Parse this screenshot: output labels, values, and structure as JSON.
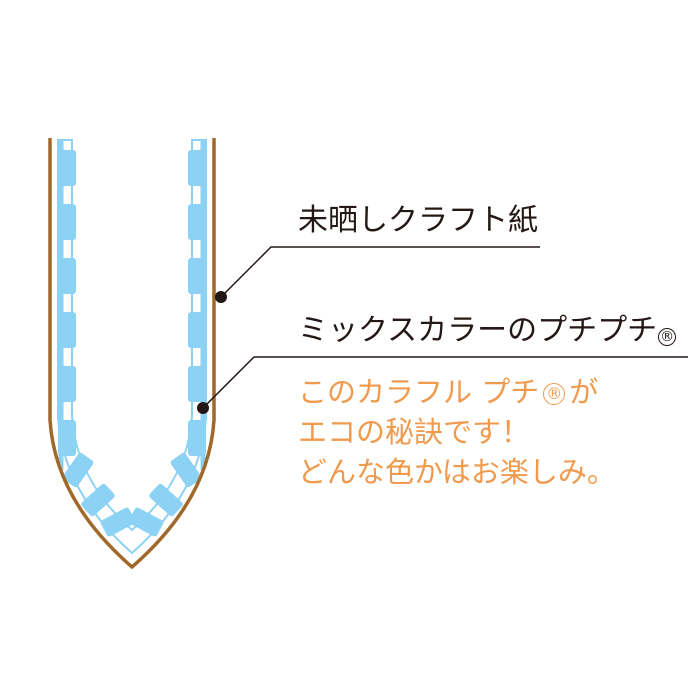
{
  "labels": {
    "kraft": "未晒しクラフト紙",
    "bubble": "ミックスカラーのプチプチ",
    "bubble_mark": "®"
  },
  "note": {
    "line1_a": "このカラフル プチ",
    "line1_mark": "®",
    "line1_b": "が",
    "line2": "エコの秘訣です！",
    "line3": "どんな色かはお楽しみ。"
  },
  "colors": {
    "kraft": "#a0682a",
    "bubble": "#8cd2f4",
    "line": "#231815",
    "note": "#f09a4e"
  }
}
